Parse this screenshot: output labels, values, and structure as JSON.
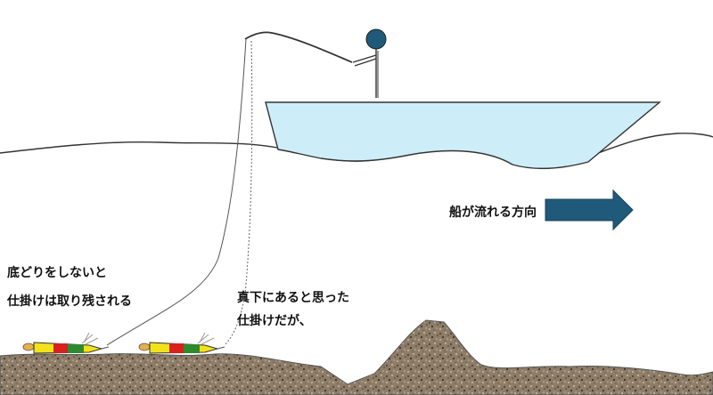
{
  "labels": {
    "drift_direction": "船が流れる方向",
    "left_caption_line1": "底どりをしないと",
    "left_caption_line2": "仕掛けは取り残される",
    "middle_caption_line1": "真下にあると思った",
    "middle_caption_line2": "仕掛けだが、"
  },
  "colors": {
    "boat_fill": "#cdeef8",
    "arrow_fill": "#1f5a7a",
    "angler_head": "#1f5a7a",
    "seabed_base": "#8a7a66",
    "lure_yellow": "#f2e21a",
    "lure_red": "#d8201c",
    "lure_green": "#2f8a2f"
  }
}
